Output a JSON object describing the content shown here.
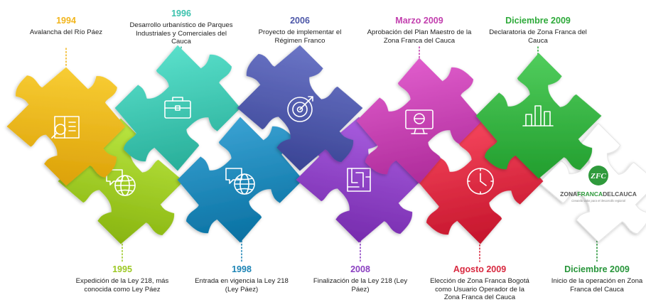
{
  "events": [
    {
      "year": "1994",
      "text": "Avalancha del Río Páez",
      "color": "#f2b51c",
      "icon": "document-search-icon"
    },
    {
      "year": "1996",
      "text": "Desarrollo urbanístico de Parques Industriales y Comerciales del Cauca",
      "color": "#3cc2ad",
      "icon": "briefcase-icon"
    },
    {
      "year": "2006",
      "text": "Proyecto de implementar el Régimen Franco",
      "color": "#4d57a8",
      "icon": "target-icon"
    },
    {
      "year": "Marzo 2009",
      "text": "Aprobación del Plan Maestro de la Zona Franca del Cauca",
      "color": "#c23fae",
      "icon": "monitor-icon"
    },
    {
      "year": "Diciembre 2009",
      "text": "Declaratoria de Zona Franca del Cauca",
      "color": "#2eaa3a",
      "icon": "bar-chart-icon"
    },
    {
      "year": "1995",
      "text": "Expedición de la Ley 218, más conocida como Ley Páez",
      "color": "#9cc823",
      "icon": "chat-globe-icon"
    },
    {
      "year": "1998",
      "text": "Entrada en vigencia la Ley 218 (Ley Páez)",
      "color": "#1c84b5",
      "icon": "chat-globe-icon"
    },
    {
      "year": "2008",
      "text": "Finalización de la Ley 218 (Ley Páez)",
      "color": "#8a3fc1",
      "icon": "maze-icon"
    },
    {
      "year": "Agosto 2009",
      "text": "Elección de Zona Franca Bogotá como Usuario Operador de la Zona Franca del Cauca",
      "color": "#d8283f",
      "icon": "clock-icon"
    },
    {
      "year": "Diciembre 2009",
      "text": "Inicio de la operación en Zona Franca del Cauca",
      "color": "#27953a",
      "icon": "logo"
    }
  ],
  "logo": {
    "monogram": "ZFC",
    "name_part1": "ZONA",
    "name_part2": "FRANCA",
    "name_part3": "DELCAUCA",
    "tagline": "Creando valor para el desarrollo regional"
  }
}
